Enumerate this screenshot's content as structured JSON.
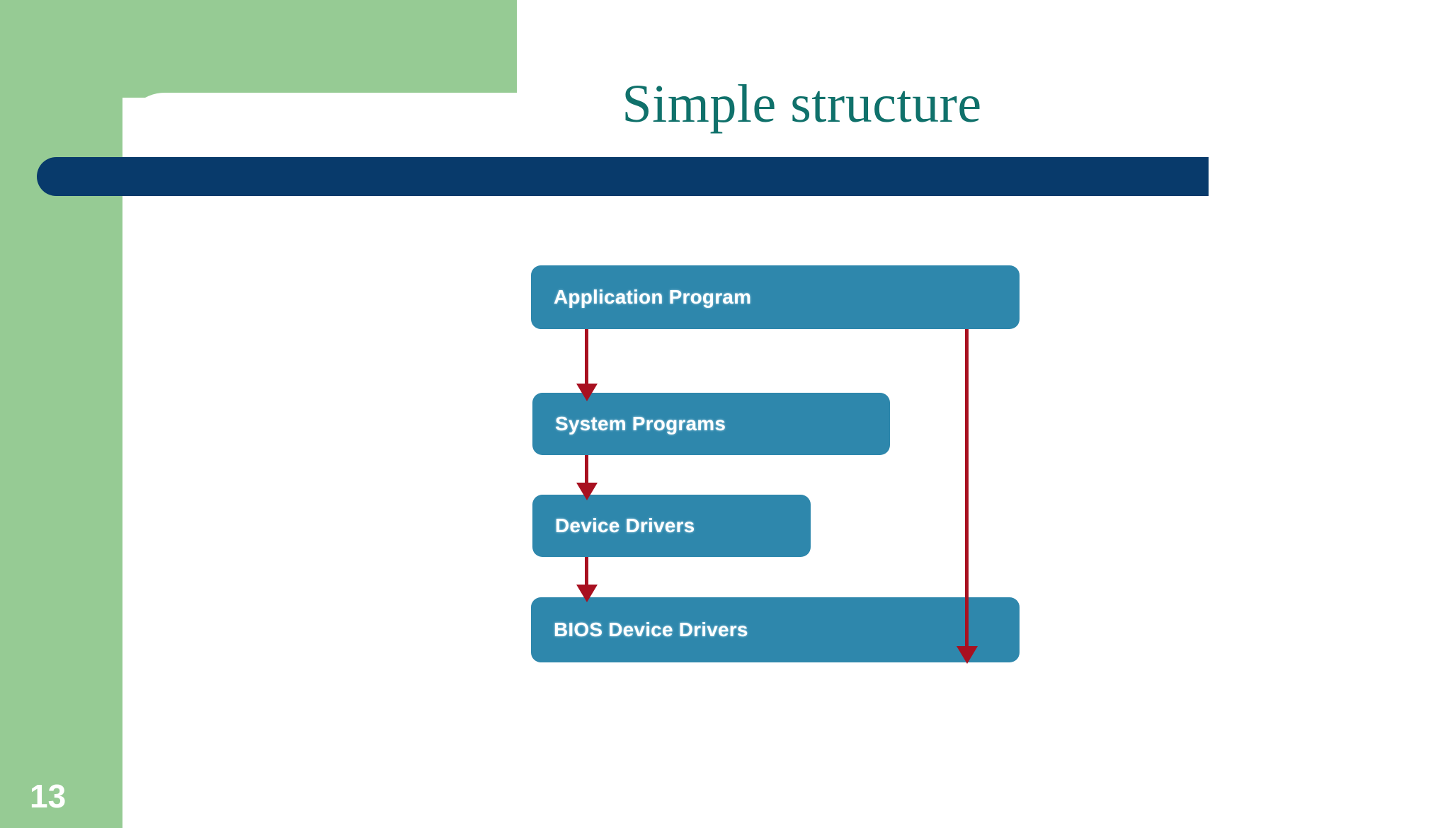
{
  "slide": {
    "title": "Simple structure",
    "page_number": "13",
    "theme": {
      "accent_green": "#96cb94",
      "accent_navy": "#083a6b",
      "title_teal": "#10716b",
      "node_blue": "#2e87ac",
      "arrow_red": "#a81020",
      "background": "#ffffff"
    }
  },
  "diagram": {
    "type": "flow",
    "nodes": [
      {
        "id": "application-program",
        "label": "Application Program"
      },
      {
        "id": "system-programs",
        "label": "System Programs"
      },
      {
        "id": "device-drivers",
        "label": "Device Drivers"
      },
      {
        "id": "bios-device-drivers",
        "label": "BIOS Device Drivers"
      }
    ],
    "edges": [
      {
        "from": "application-program",
        "to": "system-programs"
      },
      {
        "from": "system-programs",
        "to": "device-drivers"
      },
      {
        "from": "device-drivers",
        "to": "bios-device-drivers"
      },
      {
        "from": "application-program",
        "to": "bios-device-drivers"
      }
    ]
  }
}
